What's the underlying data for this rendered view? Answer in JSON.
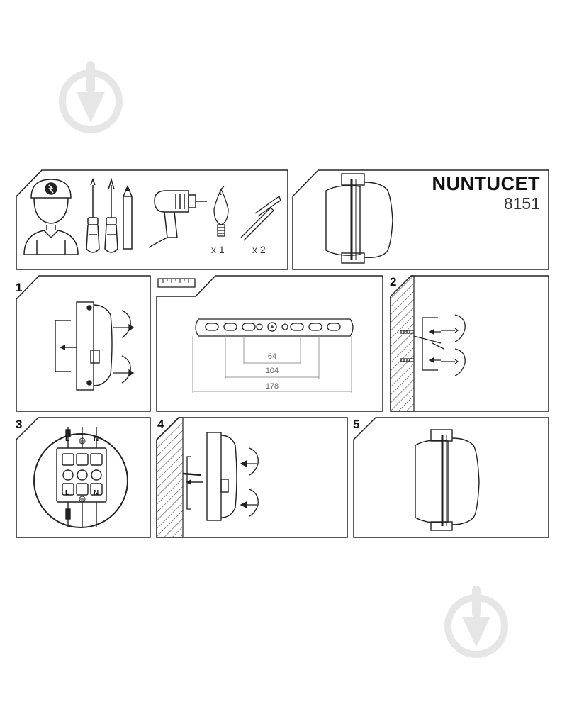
{
  "product": {
    "name": "NUNTUCET",
    "code": "8151"
  },
  "tools": {
    "bulb_qty": "x 1",
    "anchor_qty": "x 2"
  },
  "steps": {
    "s1": "1",
    "s2": "2",
    "s3": "3",
    "s4": "4",
    "s5": "5"
  },
  "dimensions": {
    "d1": "64",
    "d2": "104",
    "d3": "178"
  },
  "terminal": {
    "top_l": "L",
    "top_n": "N",
    "bot_l": "L",
    "bot_n": "N"
  },
  "colors": {
    "line": "#222222",
    "watermark": "#e6e6e6",
    "dim_line": "#999999"
  }
}
